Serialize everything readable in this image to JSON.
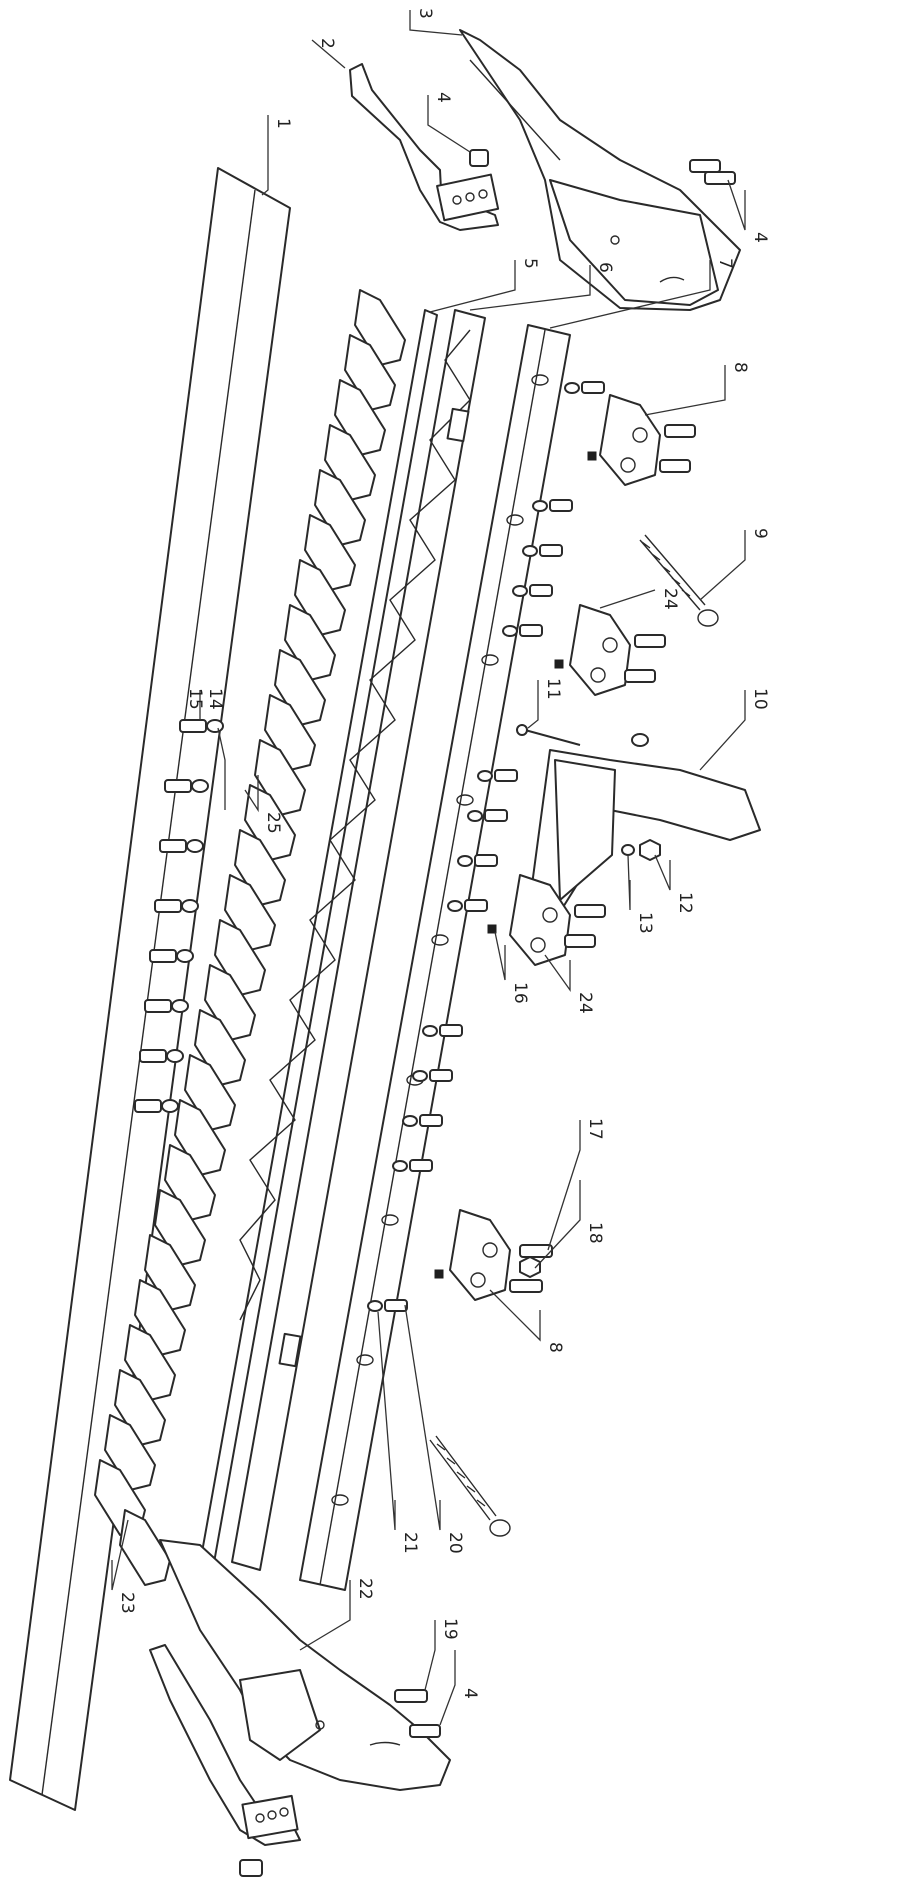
{
  "callouts": [
    {
      "id": "c1",
      "text": "1"
    },
    {
      "id": "c2",
      "text": "2"
    },
    {
      "id": "c3",
      "text": "3"
    },
    {
      "id": "c4a",
      "text": "4"
    },
    {
      "id": "c4b",
      "text": "4"
    },
    {
      "id": "c4c",
      "text": "4"
    },
    {
      "id": "c5",
      "text": "5"
    },
    {
      "id": "c6",
      "text": "6"
    },
    {
      "id": "c7",
      "text": "7"
    },
    {
      "id": "c8a",
      "text": "8"
    },
    {
      "id": "c8b",
      "text": "8"
    },
    {
      "id": "c9",
      "text": "9"
    },
    {
      "id": "c10",
      "text": "10"
    },
    {
      "id": "c11",
      "text": "11"
    },
    {
      "id": "c12",
      "text": "12"
    },
    {
      "id": "c13",
      "text": "13"
    },
    {
      "id": "c14",
      "text": "14"
    },
    {
      "id": "c15",
      "text": "15"
    },
    {
      "id": "c16",
      "text": "16"
    },
    {
      "id": "c17",
      "text": "17"
    },
    {
      "id": "c18",
      "text": "18"
    },
    {
      "id": "c19",
      "text": "19"
    },
    {
      "id": "c20",
      "text": "20"
    },
    {
      "id": "c21",
      "text": "21"
    },
    {
      "id": "c22",
      "text": "22"
    },
    {
      "id": "c23",
      "text": "23"
    },
    {
      "id": "c24a",
      "text": "24"
    },
    {
      "id": "c24b",
      "text": "24"
    },
    {
      "id": "c25",
      "text": "25"
    }
  ]
}
